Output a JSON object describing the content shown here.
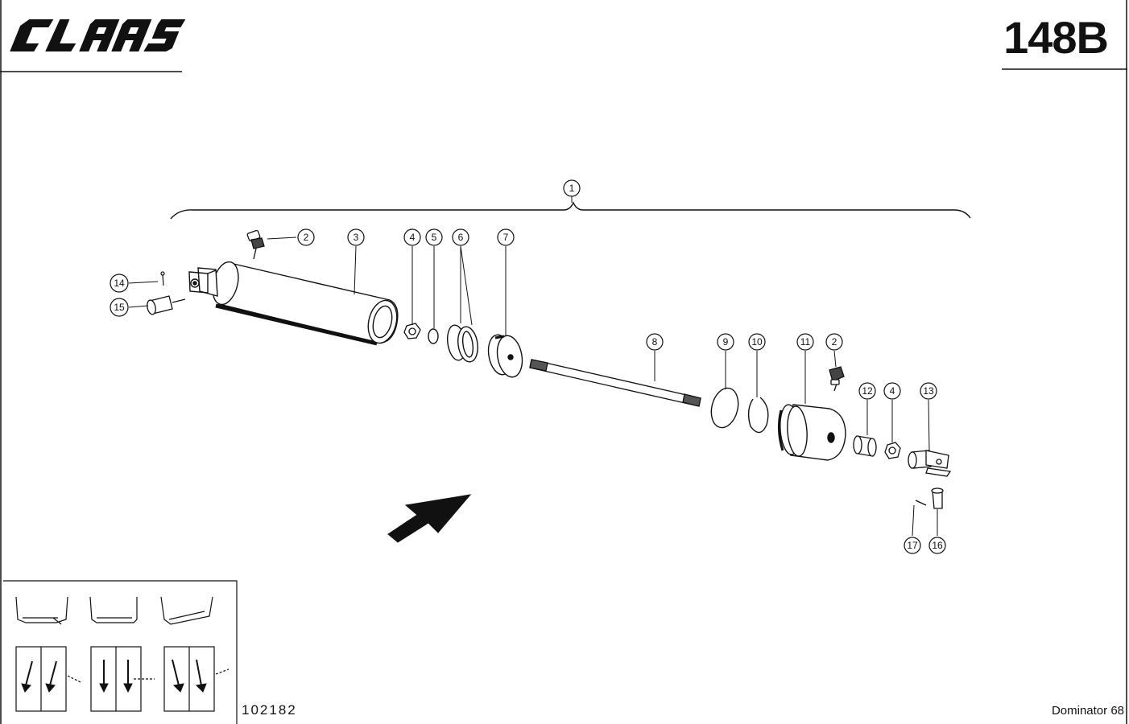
{
  "header": {
    "brand": "CLAAS",
    "page_number": "148B"
  },
  "footer": {
    "drawing_number": "102182",
    "model": "Dominator 68"
  },
  "callouts": [
    {
      "number": "1"
    },
    {
      "number": "2"
    },
    {
      "number": "3"
    },
    {
      "number": "4"
    },
    {
      "number": "5"
    },
    {
      "number": "6"
    },
    {
      "number": "7"
    },
    {
      "number": "8"
    },
    {
      "number": "9"
    },
    {
      "number": "10"
    },
    {
      "number": "11"
    },
    {
      "number": "2"
    },
    {
      "number": "12"
    },
    {
      "number": "4"
    },
    {
      "number": "13"
    },
    {
      "number": "14"
    },
    {
      "number": "15"
    },
    {
      "number": "16"
    },
    {
      "number": "17"
    }
  ],
  "colors": {
    "ink": "#111111",
    "paper": "#ffffff"
  }
}
